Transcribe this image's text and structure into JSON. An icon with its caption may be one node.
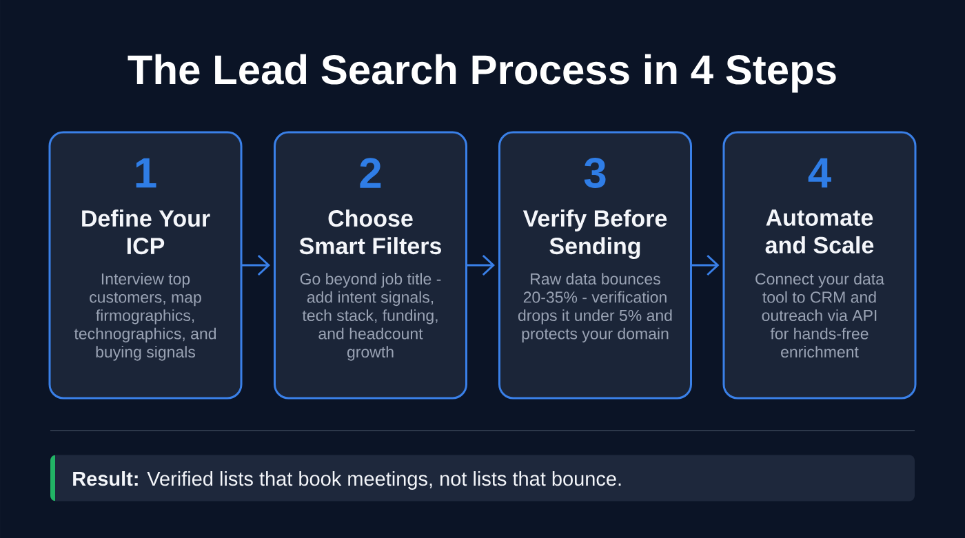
{
  "diagram": {
    "title": "The Lead Search Process in 4 Steps",
    "nodes": [
      {
        "text": [
          "1",
          "Define Your ICP",
          "Interview top customers, map firmographics, technographics, and buying signals"
        ]
      },
      {
        "text": [
          "2",
          "Choose Smart Filters",
          "Go beyond job title - add intent signals, tech stack, funding, and headcount growth"
        ]
      },
      {
        "text": [
          "3",
          "Verify Before Sending",
          "Raw data bounces 20-35% - verification drops it under 5% and protects your domain"
        ]
      },
      {
        "text": [
          "4",
          "Automate and Scale",
          "Connect your data tool to CRM and outreach via API for hands-free enrichment"
        ]
      },
      {
        "text": [
          "**Result:** Verified lists that book meetings, not lists that bounce."
        ]
      }
    ],
    "edges": [
      {
        "from": 0,
        "to": 1,
        "arrow": "to"
      },
      {
        "from": 1,
        "to": 2,
        "arrow": "to"
      },
      {
        "from": 2,
        "to": 3,
        "arrow": "to"
      }
    ]
  }
}
